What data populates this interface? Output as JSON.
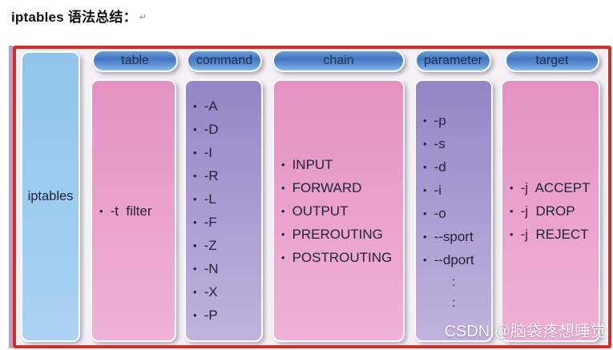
{
  "title": {
    "text": "iptables 语法总结：",
    "return_mark": "↵"
  },
  "watermark": "CSDN @脑袋疼想睡觉",
  "diagram": {
    "root_label": "iptables",
    "columns": [
      {
        "header": "table",
        "style": "pink",
        "items": [
          {
            "text": "-t  filter",
            "bullet": true
          }
        ]
      },
      {
        "header": "command",
        "style": "purple",
        "items": [
          {
            "text": "-A",
            "bullet": true
          },
          {
            "text": "-D",
            "bullet": true
          },
          {
            "text": "-I",
            "bullet": true
          },
          {
            "text": "-R",
            "bullet": true
          },
          {
            "text": "-L",
            "bullet": true
          },
          {
            "text": "-F",
            "bullet": true
          },
          {
            "text": "-Z",
            "bullet": true
          },
          {
            "text": "-N",
            "bullet": true
          },
          {
            "text": "-X",
            "bullet": true
          },
          {
            "text": "-P",
            "bullet": true
          }
        ]
      },
      {
        "header": "chain",
        "style": "pink",
        "items": [
          {
            "text": "INPUT",
            "bullet": true
          },
          {
            "text": "FORWARD",
            "bullet": true
          },
          {
            "text": "OUTPUT",
            "bullet": true
          },
          {
            "text": "PREROUTING",
            "bullet": true
          },
          {
            "text": "POSTROUTING",
            "bullet": true
          }
        ]
      },
      {
        "header": "parameter",
        "style": "purple",
        "items": [
          {
            "text": "-p",
            "bullet": true
          },
          {
            "text": "-s",
            "bullet": true
          },
          {
            "text": "-d",
            "bullet": true
          },
          {
            "text": "-i",
            "bullet": true
          },
          {
            "text": "-o",
            "bullet": true
          },
          {
            "text": "--sport",
            "bullet": true
          },
          {
            "text": "--dport",
            "bullet": true
          },
          {
            "text": ":",
            "bullet": false
          },
          {
            "text": ":",
            "bullet": false
          }
        ]
      },
      {
        "header": "target",
        "style": "pink",
        "items": [
          {
            "text": "-j  ACCEPT",
            "bullet": true
          },
          {
            "text": "-j  DROP",
            "bullet": true
          },
          {
            "text": "-j  REJECT",
            "bullet": true
          }
        ]
      }
    ]
  },
  "colors": {
    "red_border": "#dc2a25",
    "panel_bg": "#f4f0f4",
    "accent_strip": "#aba4d2",
    "pill_top": "#4577c0",
    "pill_bottom": "#8abce9",
    "pill_text": "#1d2d56",
    "pink_top": "#e392c2",
    "pink_bottom": "#f0b2d6",
    "purple_top": "#9585c5",
    "purple_bottom": "#c2b2de",
    "blue_top": "#8fc4ec",
    "blue_bottom": "#abd3f2",
    "content_text": "#22223e",
    "watermark_text": "#ffffff"
  }
}
